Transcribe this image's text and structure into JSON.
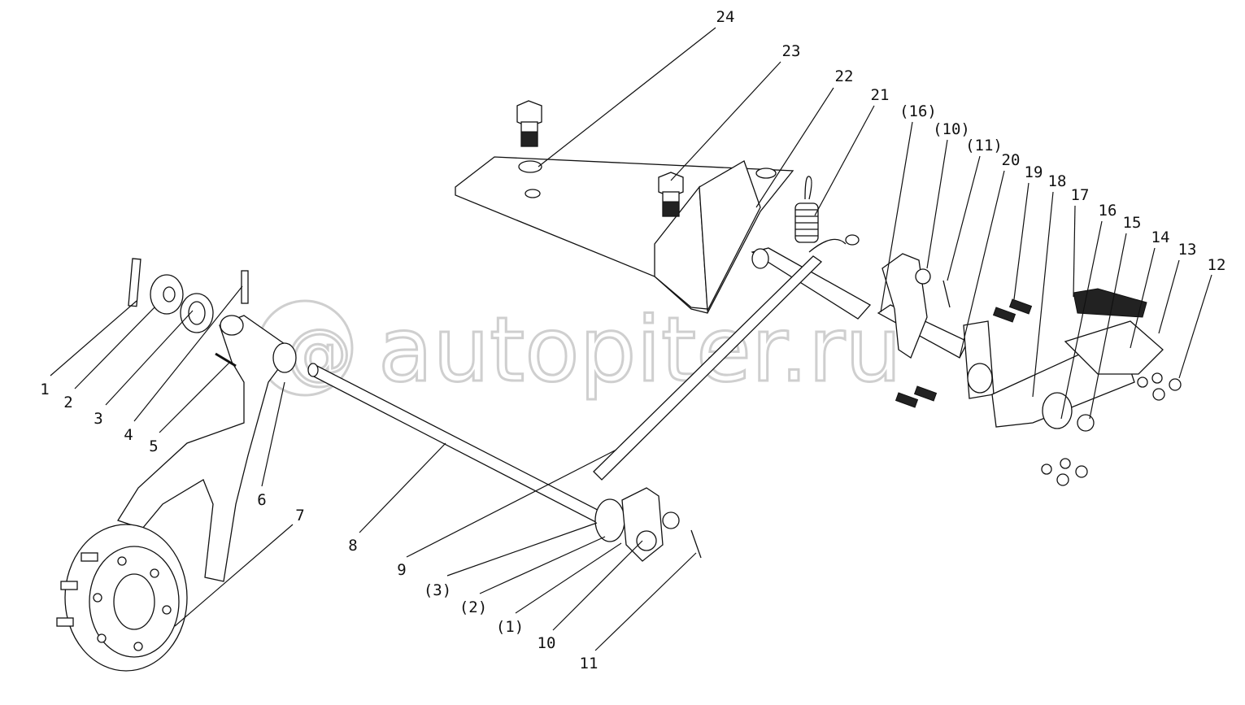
{
  "watermark": {
    "symbol": "@",
    "text": "autopiter.ru"
  },
  "callouts": [
    "1",
    "2",
    "3",
    "4",
    "5",
    "6",
    "7",
    "8",
    "9",
    "(3)",
    "(2)",
    "(1)",
    "10",
    "11",
    "24",
    "23",
    "22",
    "21",
    "(16)",
    "(10)",
    "(11)",
    "20",
    "19",
    "18",
    "17",
    "16",
    "15",
    "14",
    "13",
    "12"
  ]
}
